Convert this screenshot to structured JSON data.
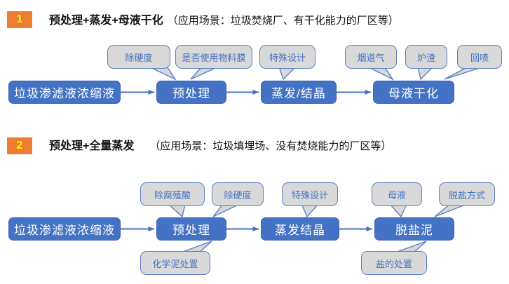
{
  "colors": {
    "badge_bg": "#ED7D31",
    "badge_text": "#FFFF00",
    "node_fill": "#4472C4",
    "node_border": "#3A62B0",
    "node_text": "#FFFFFF",
    "callout_fill": "#D9D9D9",
    "callout_border": "#5B7FC7",
    "callout_text": "#4472C4",
    "arrow": "#4472C4"
  },
  "sections": [
    {
      "badge": "1",
      "title_main": "预处理+蒸发+母液干化",
      "title_note": "（应用场景：垃圾焚烧厂、有干化能力的厂区等）",
      "flow": [
        "垃圾渗滤液浓缩液",
        "预处理",
        "蒸发/结晶",
        "母液干化"
      ],
      "callouts_top": [
        "除硬度",
        "是否使用物料膜",
        "特殊设计",
        "烟道气",
        "炉渣",
        "回喷"
      ],
      "callouts_bottom": []
    },
    {
      "badge": "2",
      "title_main": "预处理+全量蒸发",
      "title_note": "（应用场景：垃圾填埋场、没有焚烧能力的厂区等）",
      "flow": [
        "垃圾渗滤液浓缩液",
        "预处理",
        "蒸发结晶",
        "脱盐泥"
      ],
      "callouts_top": [
        "除腐殖酸",
        "除硬度",
        "特殊设计",
        "母液",
        "脱盐方式"
      ],
      "callouts_bottom": [
        "化学泥处置",
        "盐的处置"
      ]
    }
  ]
}
